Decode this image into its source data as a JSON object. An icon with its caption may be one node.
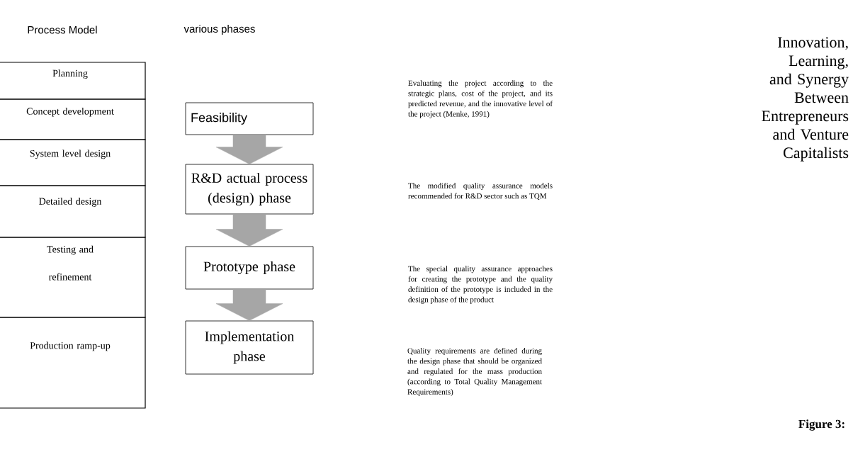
{
  "diagram": {
    "nodes": [
      {
        "text": [
          "Planning"
        ]
      },
      {
        "text": [
          "Concept development"
        ]
      },
      {
        "text": [
          "System level design"
        ]
      },
      {
        "text": [
          "Detailed design"
        ]
      },
      {
        "text": [
          "Testing and refinement"
        ]
      },
      {
        "text": [
          "Production ramp-up"
        ]
      },
      {
        "text": [
          "Feasibility"
        ]
      },
      {
        "text": [
          "R&D actual process (design) phase"
        ]
      },
      {
        "text": [
          "Prototype phase"
        ]
      },
      {
        "text": [
          "Implementation phase"
        ]
      }
    ],
    "edges": [
      {
        "from": 6,
        "to": 7,
        "arrow": "to"
      },
      {
        "from": 7,
        "to": 8,
        "arrow": "to"
      },
      {
        "from": 8,
        "to": 9,
        "arrow": "to"
      }
    ],
    "labels": [
      "Process Model",
      "various phases",
      "Evaluating the project according to the strategic plans, cost of the project, and its predicted revenue, and the innovative level of the project (Menke, 1991)",
      "The modified quality assurance models recommended for R&D sector such as TQM",
      "The special quality assurance approaches for creating the prototype and the quality definition of the prototype is included in the design phase of the product",
      "Quality requirements are defined during the design phase that should be organized and regulated for the mass production (according to Total Quality Management Requirements)",
      "Innovation, Learning, and Synergy Between Entrepreneurs and Venture Capitalists",
      "Figure 3:"
    ]
  }
}
